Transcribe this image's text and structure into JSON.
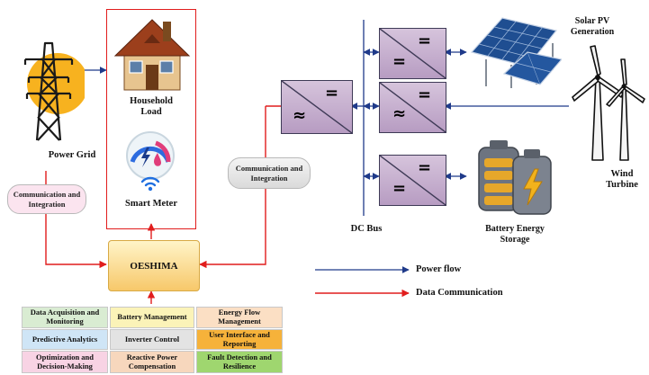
{
  "labels": {
    "power_grid": "Power Grid",
    "household_load": "Household Load",
    "smart_meter": "Smart Meter",
    "oeshima": "OESHIMA",
    "comm_left": "Communication and Integration",
    "comm_right": "Communication and Integration",
    "dc_bus": "DC Bus",
    "solar": "Solar PV Generation",
    "wind": "Wind Turbine",
    "battery": "Battery Energy Storage"
  },
  "legend": {
    "power_flow": "Power flow",
    "data_comm": "Data Communication",
    "power_color": "#1f3a8a",
    "data_color": "#e11d1d"
  },
  "modules": [
    {
      "text": "Data Acquisition and Monitoring",
      "color": "#d9ecd2"
    },
    {
      "text": "Battery Management",
      "color": "#fbf3b8"
    },
    {
      "text": "Energy Flow Management",
      "color": "#fbdfc4"
    },
    {
      "text": "Predictive Analytics",
      "color": "#cfe5f6"
    },
    {
      "text": "Inverter Control",
      "color": "#e3e3e3"
    },
    {
      "text": "User Interface and Reporting",
      "color": "#f6b23a"
    },
    {
      "text": "Optimization and Decision-Making",
      "color": "#f8d3e4"
    },
    {
      "text": "Reactive Power Compensation",
      "color": "#f7d7bd"
    },
    {
      "text": "Fault Detection and Resilience",
      "color": "#9fd66f"
    }
  ],
  "converter_symbols": {
    "dc": "=",
    "ac": "≈"
  }
}
